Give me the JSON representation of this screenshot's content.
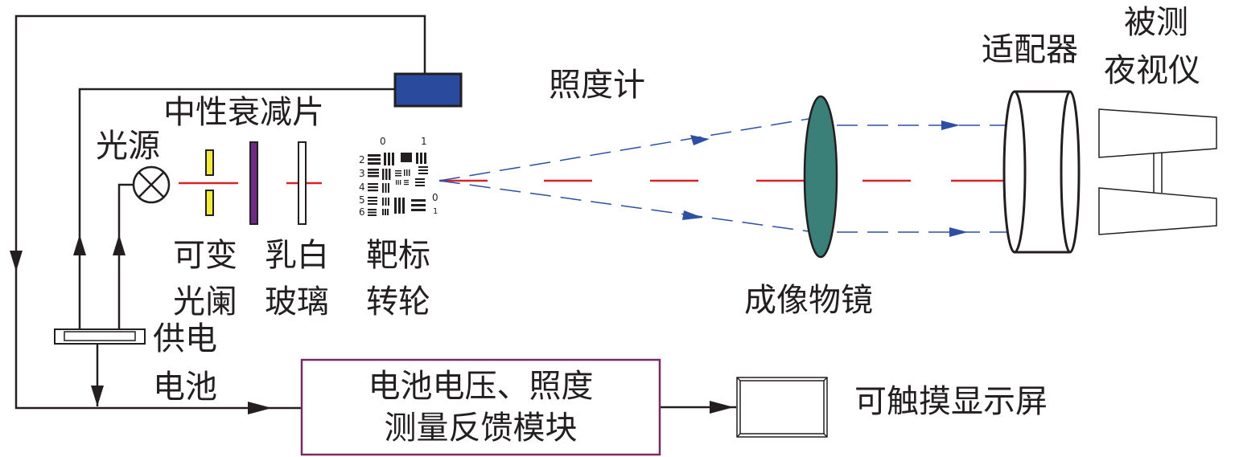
{
  "labels": {
    "illuminometer": "照度计",
    "nd_filter": "中性衰减片",
    "light_source": "光源",
    "aperture_l1": "可变",
    "aperture_l2": "光阑",
    "opal_l1": "乳白",
    "opal_l2": "玻璃",
    "target_l1": "靶标",
    "target_l2": "转轮",
    "objective": "成像物镜",
    "adapter": "适配器",
    "nvd_l1": "被测",
    "nvd_l2": "夜视仪",
    "battery_l1": "供电",
    "battery_l2": "电池",
    "touchscreen": "可触摸显示屏"
  },
  "module": {
    "line1": "电池电压、照度",
    "line2": "测量反馈模块"
  },
  "target_chart": {
    "top_nums": [
      "0",
      "1"
    ],
    "left_nums": [
      "2",
      "3",
      "4",
      "5",
      "6"
    ],
    "right_nums": [
      "0",
      "1"
    ]
  },
  "colors": {
    "optical_axis": "#d7242a",
    "beam": "#2e4fa3",
    "lens": "#3a8078",
    "nd_filter": "#6e2a84",
    "aperture": "#f2ea3c",
    "sensor": "#2a4a9e",
    "module_border": "#7a2a62",
    "line": "#231f20"
  }
}
